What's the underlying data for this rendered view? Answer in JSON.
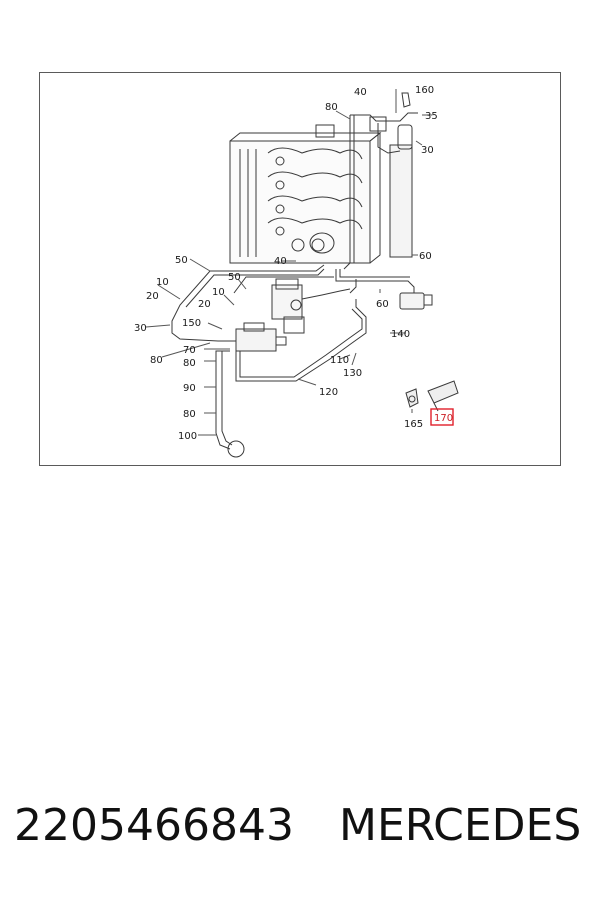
{
  "diagram": {
    "callouts": {
      "c160": "160",
      "c40a": "40",
      "c80a": "80",
      "c35": "35",
      "c30a": "30",
      "c60a": "60",
      "c40b": "40",
      "c50a": "50",
      "c50b": "50",
      "c10a": "10",
      "c20a": "20",
      "c10b": "10",
      "c20b": "20",
      "c30b": "30",
      "c150": "150",
      "c60b": "60",
      "c140": "140",
      "c80b": "80",
      "c70": "70",
      "c80c": "80",
      "c110": "110",
      "c130": "130",
      "c90": "90",
      "c120": "120",
      "c80d": "80",
      "c100": "100",
      "c165": "165",
      "c170": "170"
    },
    "highlight_color": "#e0202a",
    "line_color": "#3a3a3a"
  },
  "caption": {
    "part_number": "2205466843",
    "brand": "MERCEDES"
  }
}
